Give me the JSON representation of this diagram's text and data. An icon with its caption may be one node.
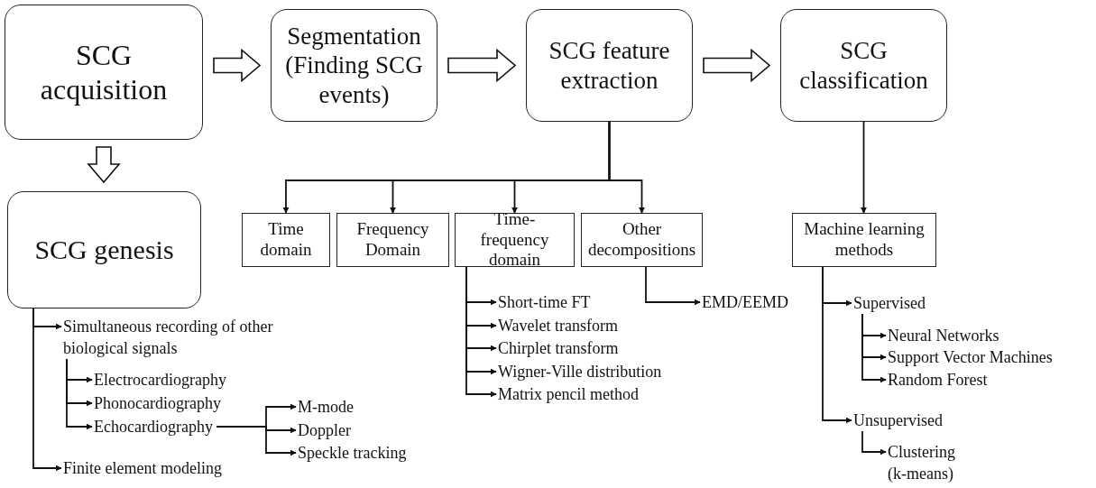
{
  "diagram": {
    "nodes": [
      {
        "text": [
          "SCG acquisition"
        ]
      },
      {
        "text": [
          "Segmentation (Finding SCG events)"
        ]
      },
      {
        "text": [
          "SCG feature extraction"
        ]
      },
      {
        "text": [
          "SCG classification"
        ]
      },
      {
        "text": [
          "SCG genesis"
        ]
      },
      {
        "text": [
          "Time domain"
        ]
      },
      {
        "text": [
          "Frequency Domain"
        ]
      },
      {
        "text": [
          "Time-frequency domain"
        ]
      },
      {
        "text": [
          "Other decompositions"
        ]
      },
      {
        "text": [
          "Machine learning methods"
        ]
      },
      {
        "text": [
          "Simultaneous recording of other biological signals"
        ]
      },
      {
        "text": [
          "Electrocardiography"
        ]
      },
      {
        "text": [
          "Phonocardiography"
        ]
      },
      {
        "text": [
          "Echocardiography"
        ]
      },
      {
        "text": [
          "M-mode"
        ]
      },
      {
        "text": [
          "Doppler"
        ]
      },
      {
        "text": [
          "Speckle tracking"
        ]
      },
      {
        "text": [
          "Finite element modeling"
        ]
      },
      {
        "text": [
          "Short-time FT"
        ]
      },
      {
        "text": [
          "Wavelet transform"
        ]
      },
      {
        "text": [
          "Chirplet transform"
        ]
      },
      {
        "text": [
          "Wigner-Ville distribution"
        ]
      },
      {
        "text": [
          "Matrix pencil method"
        ]
      },
      {
        "text": [
          "EMD/EEMD"
        ]
      },
      {
        "text": [
          "Supervised"
        ]
      },
      {
        "text": [
          "Neural Networks"
        ]
      },
      {
        "text": [
          "Support Vector Machines"
        ]
      },
      {
        "text": [
          "Random Forest"
        ]
      },
      {
        "text": [
          "Unsupervised"
        ]
      },
      {
        "text": [
          "Clustering (k-means)"
        ]
      }
    ],
    "edges": [
      {
        "from": 0,
        "to": 1,
        "arrow": "to",
        "style": "thick"
      },
      {
        "from": 1,
        "to": 2,
        "arrow": "to",
        "style": "thick"
      },
      {
        "from": 2,
        "to": 3,
        "arrow": "to",
        "style": "thick"
      },
      {
        "from": 0,
        "to": 4,
        "arrow": "to",
        "style": "thick"
      },
      {
        "from": 2,
        "to": 5,
        "arrow": "to"
      },
      {
        "from": 2,
        "to": 6,
        "arrow": "to"
      },
      {
        "from": 2,
        "to": 7,
        "arrow": "to"
      },
      {
        "from": 2,
        "to": 8,
        "arrow": "to"
      },
      {
        "from": 3,
        "to": 9,
        "arrow": "to"
      },
      {
        "from": 4,
        "to": 10,
        "arrow": "to"
      },
      {
        "from": 4,
        "to": 17,
        "arrow": "to"
      },
      {
        "from": 10,
        "to": 11,
        "arrow": "to"
      },
      {
        "from": 10,
        "to": 12,
        "arrow": "to"
      },
      {
        "from": 10,
        "to": 13,
        "arrow": "to"
      },
      {
        "from": 13,
        "to": 14,
        "arrow": "to"
      },
      {
        "from": 13,
        "to": 15,
        "arrow": "to"
      },
      {
        "from": 13,
        "to": 16,
        "arrow": "to"
      },
      {
        "from": 7,
        "to": 18,
        "arrow": "to"
      },
      {
        "from": 7,
        "to": 19,
        "arrow": "to"
      },
      {
        "from": 7,
        "to": 20,
        "arrow": "to"
      },
      {
        "from": 7,
        "to": 21,
        "arrow": "to"
      },
      {
        "from": 7,
        "to": 22,
        "arrow": "to"
      },
      {
        "from": 8,
        "to": 23,
        "arrow": "to"
      },
      {
        "from": 9,
        "to": 24,
        "arrow": "to"
      },
      {
        "from": 9,
        "to": 28,
        "arrow": "to"
      },
      {
        "from": 24,
        "to": 25,
        "arrow": "to"
      },
      {
        "from": 24,
        "to": 26,
        "arrow": "to"
      },
      {
        "from": 24,
        "to": 27,
        "arrow": "to"
      },
      {
        "from": 28,
        "to": 29,
        "arrow": "to"
      }
    ]
  }
}
